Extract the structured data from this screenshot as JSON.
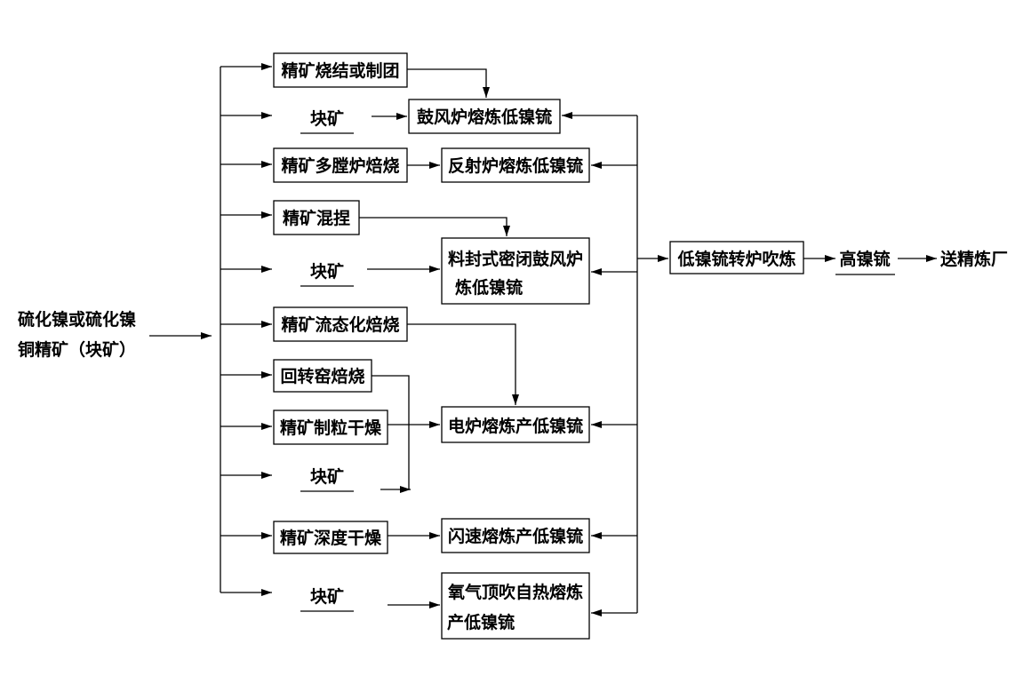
{
  "diagram": {
    "source_label_line1": "硫化镍或硫化镍",
    "source_label_line2": "铜精矿（块矿）",
    "prep": {
      "p1": "精矿烧结或制团",
      "p2": "块矿",
      "p3": "精矿多膛炉焙烧",
      "p4": "精矿混捏",
      "p5": "块矿",
      "p6": "精矿流态化焙烧",
      "p7": "回转窑焙烧",
      "p8": "精矿制粒干燥",
      "p9": "块矿",
      "p10": "精矿深度干燥",
      "p11": "块矿"
    },
    "smelt": {
      "s1": "鼓风炉熔炼低镍锍",
      "s2": "反射炉熔炼低镍锍",
      "s3_line1": "料封式密闭鼓风炉",
      "s3_line2": "炼低镍锍",
      "s4": "电炉熔炼产低镍锍",
      "s5": "闪速熔炼产低镍锍",
      "s6_line1": "氧气顶吹自热熔炼",
      "s6_line2": "产低镍锍"
    },
    "converter": "低镍锍转炉吹炼",
    "product": "高镍锍",
    "destination": "送精炼厂"
  }
}
